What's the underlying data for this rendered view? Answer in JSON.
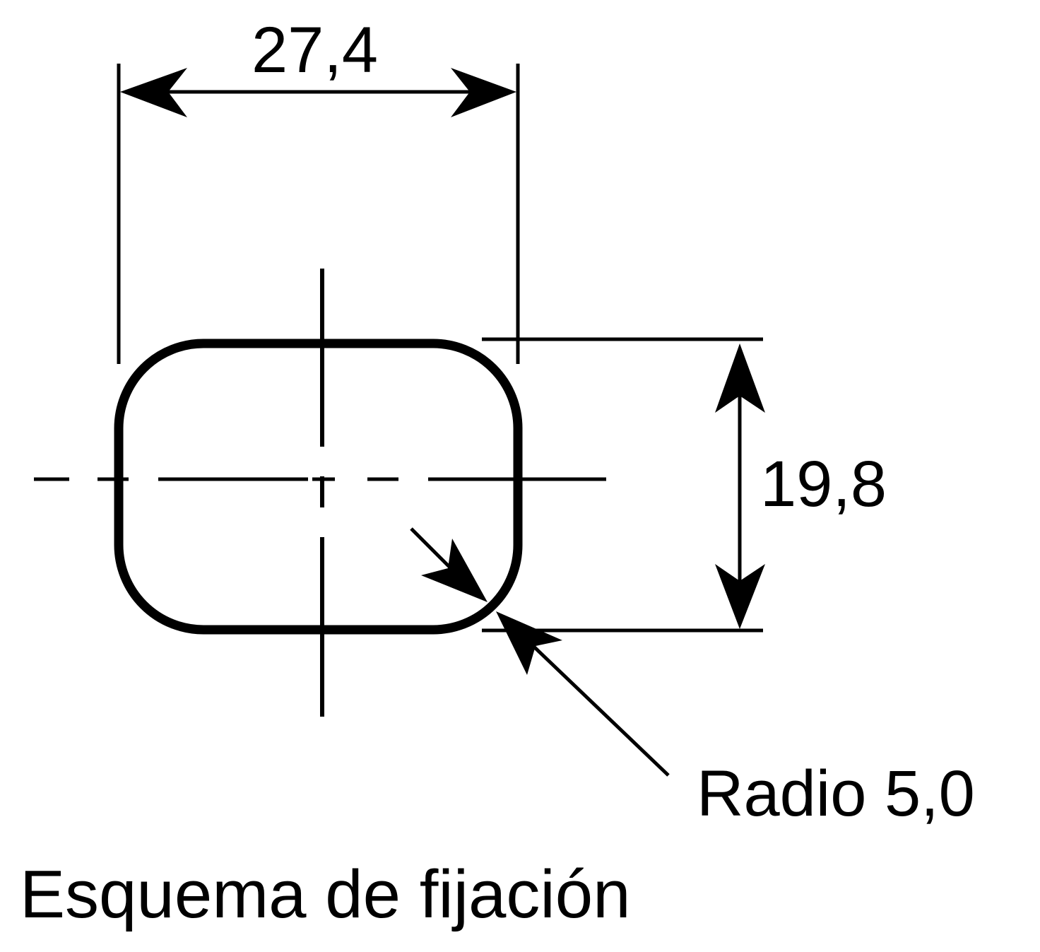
{
  "diagram": {
    "dimension_width": "27,4",
    "dimension_height": "19,8",
    "radius_label": "Radio 5,0",
    "caption": "Esquema de fijación"
  },
  "colors": {
    "stroke": "#000000",
    "background": "#ffffff"
  }
}
